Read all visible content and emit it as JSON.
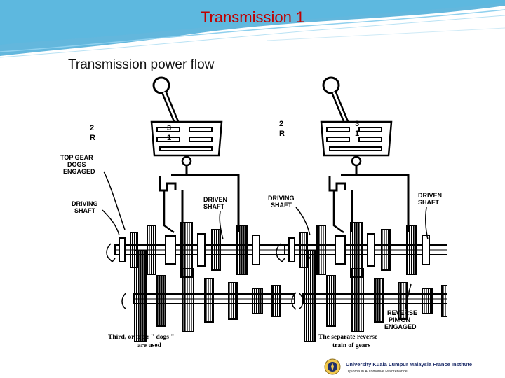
{
  "slide": {
    "title": "Transmission 1",
    "subtitle": "Transmission power flow"
  },
  "diagram": {
    "left": {
      "gate_numbers": [
        "2",
        "R",
        "3",
        "1"
      ],
      "labels": {
        "top_gear": [
          "TOP GEAR",
          "DOGS",
          "ENGAGED"
        ],
        "driving": [
          "DRIVING",
          "SHAFT"
        ],
        "driven": [
          "DRIVEN",
          "SHAFT"
        ]
      },
      "caption": [
        "Third, or top : \" dogs \"",
        "are used"
      ]
    },
    "right": {
      "gate_numbers": [
        "2",
        "R",
        "3",
        "1"
      ],
      "labels": {
        "driving": [
          "DRIVING",
          "SHAFT"
        ],
        "driven": [
          "DRIVEN",
          "SHAFT"
        ],
        "reverse": [
          "REVERSE",
          "PINION",
          "ENGAGED"
        ]
      },
      "caption": [
        "The separate reverse",
        "train of gears"
      ]
    }
  },
  "footer": {
    "institute": "University Kuala Lumpur Malaysia France Institute",
    "program": "Diploma in Automotive Maintenance"
  },
  "colors": {
    "title": "#c00000",
    "header_wave": "#2f9fd1",
    "footer_text": "#1f2f6b"
  }
}
